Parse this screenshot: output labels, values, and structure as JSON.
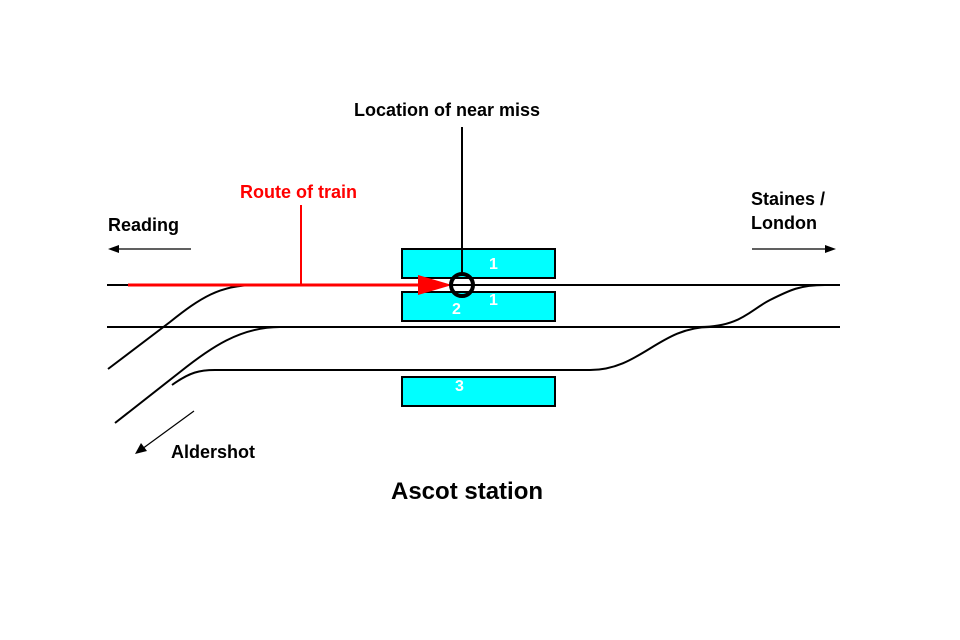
{
  "title": "Ascot station",
  "labels": {
    "location": "Location of near miss",
    "route": "Route of train",
    "reading": "Reading",
    "staines_line1": "Staines /",
    "staines_line2": "London",
    "aldershot": "Aldershot"
  },
  "platforms": [
    {
      "id": "platform-upper",
      "number": "1"
    },
    {
      "id": "platform-middle",
      "numbers": [
        "2",
        "1"
      ]
    },
    {
      "id": "platform-lower",
      "number": "3"
    }
  ],
  "colors": {
    "route": "#ff0000",
    "platform_fill": "#00ffff",
    "track": "#000000"
  }
}
